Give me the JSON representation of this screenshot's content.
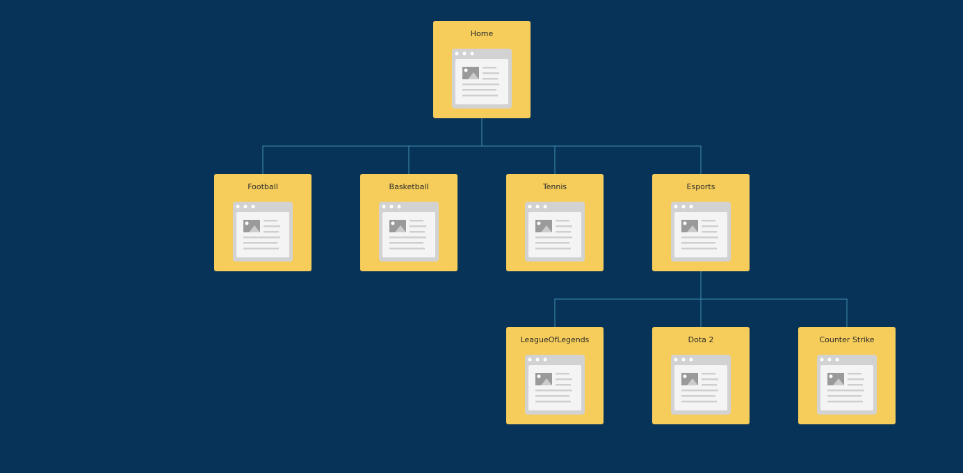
{
  "colors": {
    "background": "#083359",
    "node_fill": "#f6cd5b",
    "connector": "#3f8fae",
    "label_text": "#2a2a2a"
  },
  "nodes": {
    "home": {
      "label": "Home",
      "icon": "webpage-icon"
    },
    "football": {
      "label": "Football",
      "icon": "webpage-icon"
    },
    "basketball": {
      "label": "Basketball",
      "icon": "webpage-icon"
    },
    "tennis": {
      "label": "Tennis",
      "icon": "webpage-icon"
    },
    "esports": {
      "label": "Esports",
      "icon": "webpage-icon"
    },
    "lol": {
      "label": "LeagueOfLegends",
      "icon": "webpage-icon"
    },
    "dota": {
      "label": "Dota 2",
      "icon": "webpage-icon"
    },
    "cs": {
      "label": "Counter Strike",
      "icon": "webpage-icon"
    }
  },
  "edges": [
    [
      "home",
      "football"
    ],
    [
      "home",
      "basketball"
    ],
    [
      "home",
      "tennis"
    ],
    [
      "home",
      "esports"
    ],
    [
      "esports",
      "lol"
    ],
    [
      "esports",
      "dota"
    ],
    [
      "esports",
      "cs"
    ]
  ]
}
